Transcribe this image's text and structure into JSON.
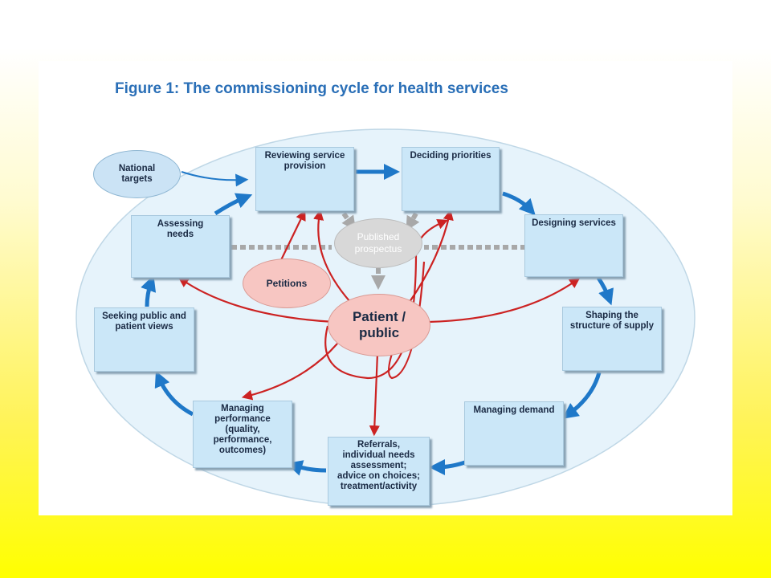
{
  "figure": {
    "title": "Figure 1: The commissioning cycle for health services"
  },
  "cycle_steps": [
    {
      "id": "reviewing",
      "label": "Reviewing service\nprovision"
    },
    {
      "id": "deciding",
      "label": "Deciding priorities"
    },
    {
      "id": "designing",
      "label": "Designing services"
    },
    {
      "id": "shaping",
      "label": "Shaping the\nstructure of supply"
    },
    {
      "id": "managing-demand",
      "label": "Managing demand"
    },
    {
      "id": "referrals",
      "label": "Referrals,\nindividual needs\nassessment;\nadvice on choices;\ntreatment/activity"
    },
    {
      "id": "managing-performance",
      "label": "Managing\nperformance\n(quality,\nperformance,\noutcomes)"
    },
    {
      "id": "seeking",
      "label": "Seeking public and\npatient views"
    },
    {
      "id": "assessing",
      "label": "Assessing\nneeds"
    }
  ],
  "nodes": {
    "national_targets": "National\ntargets",
    "published_prospectus": "Published\nprospectus",
    "petitions": "Petitions",
    "patient_public": "Patient /\npublic"
  },
  "colors": {
    "title": "#2a6fb7",
    "box_fill": "#cbe7f8",
    "cycle_arrow": "#1f78c8",
    "patient_arrow": "#cc2222",
    "patient_fill": "#f7c6c2",
    "prospectus_fill": "#d8d8d8",
    "prospectus_arrow": "#a8a8a8",
    "background_ellipse": "#e6f3fb"
  }
}
